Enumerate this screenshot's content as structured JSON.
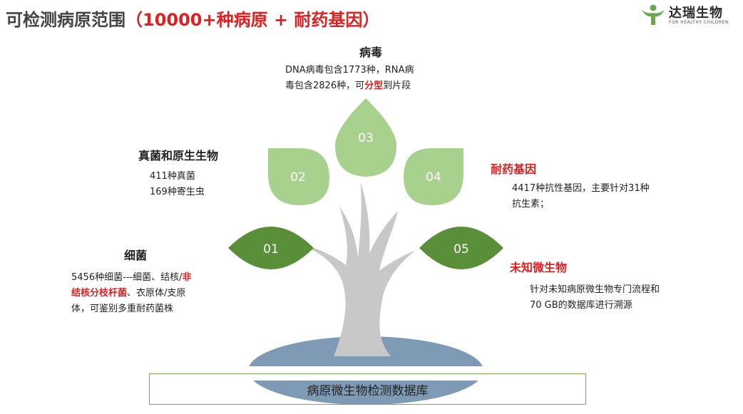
{
  "title": {
    "prefix": "可检测病原范围",
    "highlight": "（10000+种病原 + 耐药基因）"
  },
  "logo": {
    "name": "达瑞生物",
    "tagline": "FOR HEALTHY CHILDREN"
  },
  "leaves": [
    "01",
    "02",
    "03",
    "04",
    "05"
  ],
  "sections": {
    "virus": {
      "heading": "病毒",
      "line1": "DNA病毒包含1773种，RNA病",
      "line2_pre": "毒包含2826种，可",
      "line2_red": "分型",
      "line2_post": "到片段"
    },
    "fungi": {
      "heading": "真菌和原生生物",
      "line1": "411种真菌",
      "line2": "169种寄生虫"
    },
    "resistance": {
      "heading": "耐药基因",
      "line1": "4417种抗性基因，主要针对31种",
      "line2": "抗生素；"
    },
    "bacteria": {
      "heading": "细菌",
      "line1_pre": "5456种细菌---细菌、结核/",
      "line1_red": "非",
      "line2_red": "结核分枝杆菌",
      "line2_post": "、衣原体/支原",
      "line3": "体，可鉴别多重耐药菌株"
    },
    "unknown": {
      "heading": "未知微生物",
      "line1": "针对未知病原微生物专门流程和",
      "line2": "70 GB的数据库进行溯源"
    }
  },
  "database": "病原微生物检测数据库",
  "colors": {
    "dark_leaf": "#5a8f3a",
    "light_leaf": "#a9d18e",
    "highlight": "#e02020",
    "trunk": "#c8c8c8",
    "ground": "#7f9ab5",
    "box_border": "#7aa74f"
  }
}
